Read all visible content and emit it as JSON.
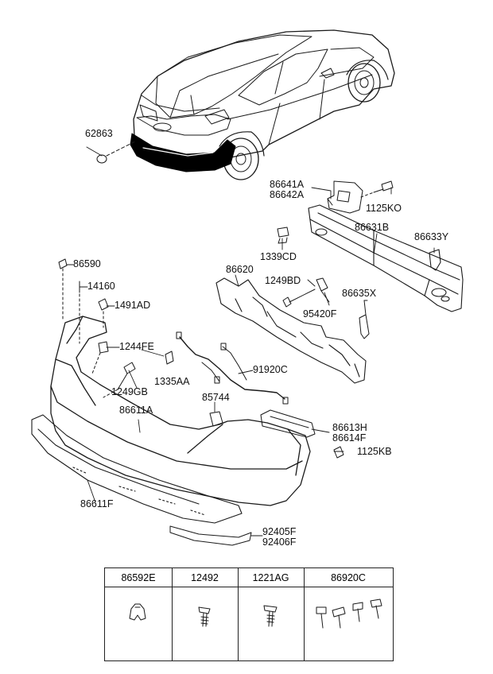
{
  "callouts": {
    "p62863": "62863",
    "p86641A": "86641A",
    "p86642A": "86642A",
    "p1125KO": "1125KO",
    "p86631B": "86631B",
    "p86633Y": "86633Y",
    "p1339CD": "1339CD",
    "p86620": "86620",
    "p1249BD": "1249BD",
    "p86635X": "86635X",
    "p95420F": "95420F",
    "p86590": "86590",
    "p14160": "14160",
    "p1491AD": "1491AD",
    "p1244FE": "1244FE",
    "p1335AA": "1335AA",
    "p91920C": "91920C",
    "p1249GB": "1249GB",
    "p85744": "85744",
    "p86611A": "86611A",
    "p86613H": "86613H",
    "p86614F": "86614F",
    "p1125KB": "1125KB",
    "p86611F": "86611F",
    "p92405F": "92405F",
    "p92406F": "92406F"
  },
  "legend": {
    "headers": [
      "86592E",
      "12492",
      "1221AG",
      "86920C"
    ],
    "icons": [
      "clip-nut-icon",
      "screw-icon",
      "screw-icon",
      "screw-set-icon"
    ]
  }
}
